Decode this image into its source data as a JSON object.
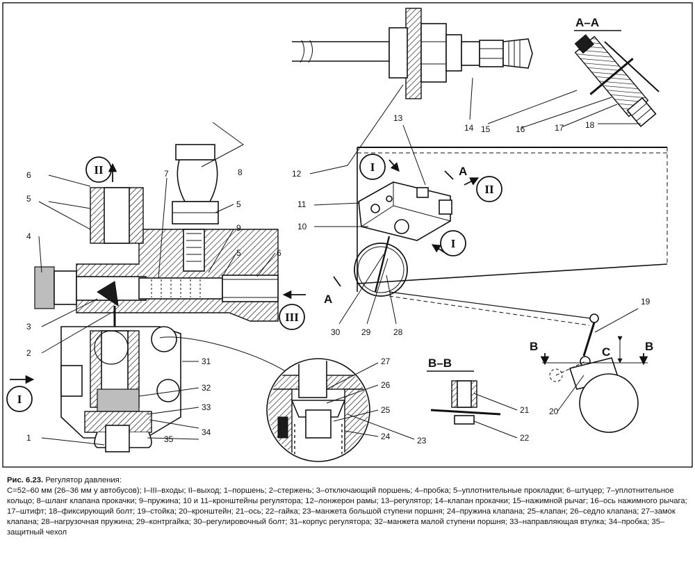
{
  "caption": {
    "figure_number": "Рис. 6.23.",
    "figure_title": "Регулятор давления:",
    "legend": "С=52–60 мм (26–36 мм у автобусов); I–III–входы; II–выход; 1–поршень; 2–стержень; 3–отключающий поршень; 4–пробка; 5–уплотнительные прокладки; 6–штуцер; 7–уплотнительное кольцо; 8–шланг клапана прокачки; 9–пружина; 10 и 11–кронштейны регулятора; 12–лонжерон рамы; 13–регулятор; 14–клапан прокачки; 15–нажимной рычаг; 16–ось нажимного рычага; 17–штифт; 18–фиксирующий болт; 19–стойка; 20–кронштейн; 21–ось; 22–гайка; 23–манжета большой ступени поршня; 24–пружина клапана; 25–клапан; 26–седло клапана; 27–замок клапана; 28–нагрузочная пружина; 29–контргайка; 30–регулировочный болт; 31–корпус регулятора; 32–манжета малой ступени поршня; 33–направляющая втулка; 34–пробка; 35–защитный чехол"
  },
  "sections": {
    "aa": "А–А",
    "bb": "В–В",
    "a_mark": "А",
    "b_mark": "В",
    "c_dim": "С"
  },
  "ports": {
    "i": "I",
    "ii": "II",
    "iii": "III"
  },
  "callouts": {
    "n1": "1",
    "n2": "2",
    "n3": "3",
    "n4": "4",
    "n5": "5",
    "n6": "6",
    "n7": "7",
    "n8": "8",
    "n9": "9",
    "n10": "10",
    "n11": "11",
    "n12": "12",
    "n13": "13",
    "n14": "14",
    "n15": "15",
    "n16": "16",
    "n17": "17",
    "n18": "18",
    "n19": "19",
    "n20": "20",
    "n21": "21",
    "n22": "22",
    "n23": "23",
    "n24": "24",
    "n25": "25",
    "n26": "26",
    "n27": "27",
    "n28": "28",
    "n29": "29",
    "n30": "30",
    "n31": "31",
    "n32": "32",
    "n33": "33",
    "n34": "34",
    "n35": "35"
  }
}
